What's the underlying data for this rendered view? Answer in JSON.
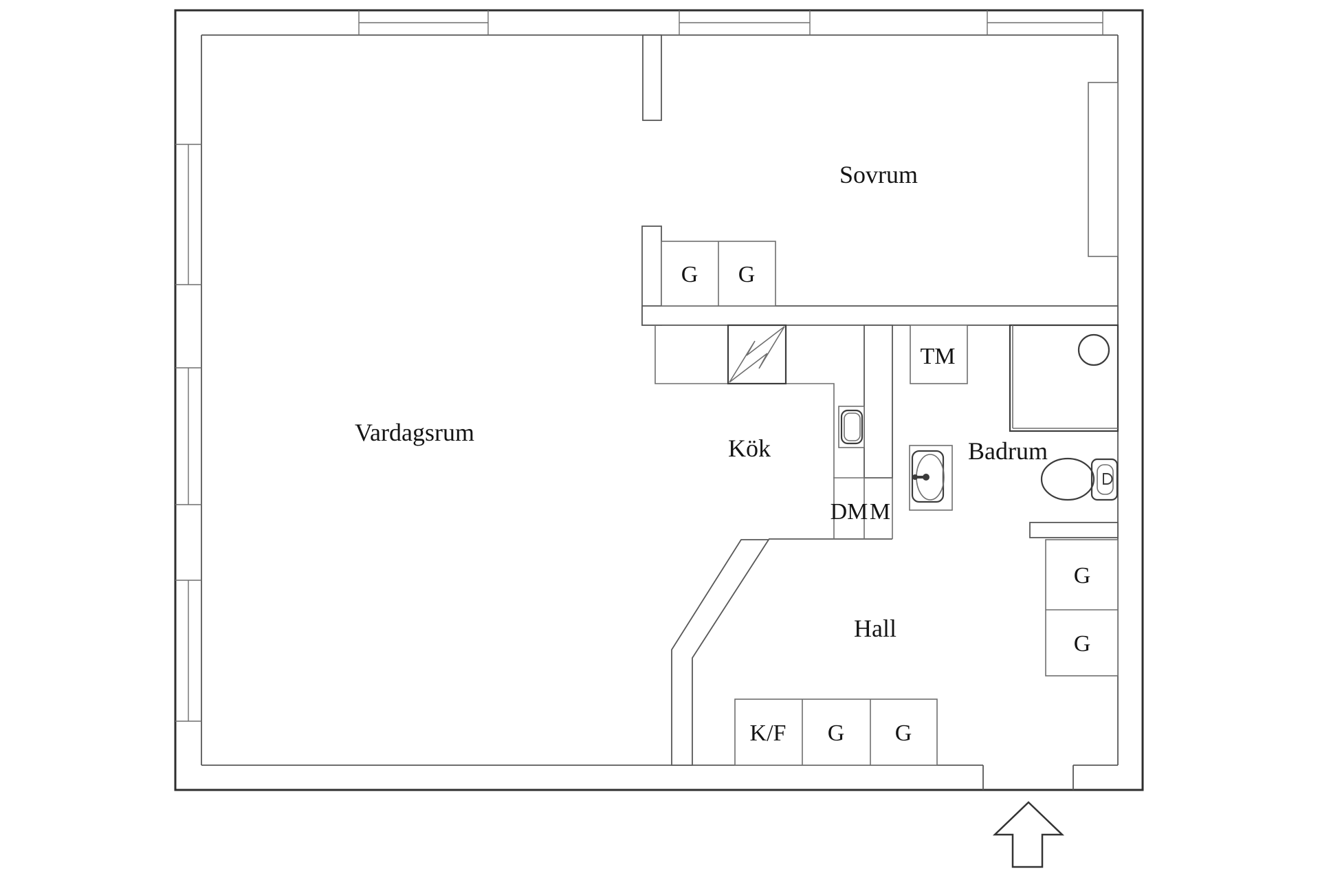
{
  "plan": {
    "type": "apartment-floor-plan",
    "background_color": "#ffffff",
    "wall_line_color": "#585858",
    "outer_wall_color": "#2e2e2e",
    "text_color": "#141414",
    "rooms": [
      {
        "id": "vardagsrum",
        "label": "Vardagsrum"
      },
      {
        "id": "sovrum",
        "label": "Sovrum"
      },
      {
        "id": "kok",
        "label": "Kök"
      },
      {
        "id": "badrum",
        "label": "Badrum"
      },
      {
        "id": "hall",
        "label": "Hall"
      }
    ],
    "fixtures": [
      {
        "id": "bedroom-wardrobe-1",
        "label": "G"
      },
      {
        "id": "bedroom-wardrobe-2",
        "label": "G"
      },
      {
        "id": "washing-machine",
        "label": "TM"
      },
      {
        "id": "dishwasher",
        "label": "DM"
      },
      {
        "id": "micro-appliance",
        "label": "M"
      },
      {
        "id": "hall-wardrobe-1",
        "label": "G"
      },
      {
        "id": "hall-wardrobe-2",
        "label": "G"
      },
      {
        "id": "fridge-freezer",
        "label": "K/F"
      },
      {
        "id": "entry-wardrobe-1",
        "label": "G"
      },
      {
        "id": "entry-wardrobe-2",
        "label": "G"
      }
    ],
    "icons": [
      "entrance-arrow-icon",
      "stove-lightning-icon",
      "kitchen-sink-icon",
      "bathroom-sink-icon",
      "toilet-icon",
      "shower-icon",
      "window-icon"
    ]
  }
}
